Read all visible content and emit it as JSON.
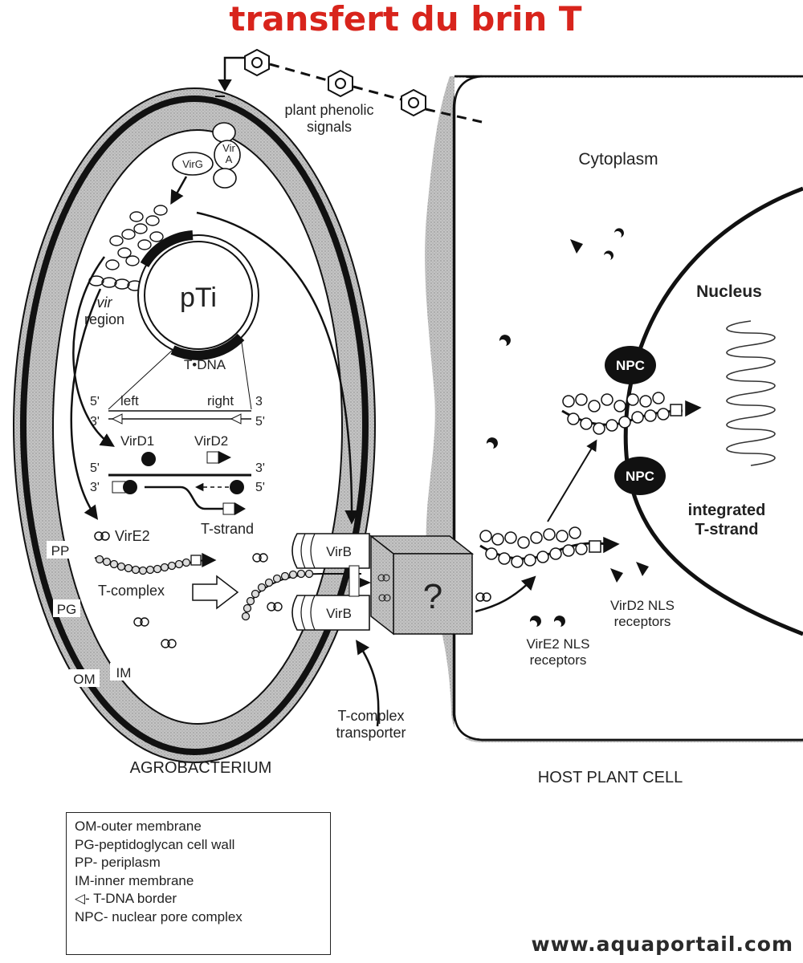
{
  "title": "transfert du brin T",
  "signals_label": "plant phenolic\nsignals",
  "bacterium": {
    "name": "AGROBACTERIUM",
    "plasmid": "pTi",
    "vir_region": [
      "vir",
      "region"
    ],
    "tdna": "T•DNA",
    "virG": "VirG",
    "virA": [
      "Vir",
      "A"
    ],
    "end_5a": "5'",
    "end_3a": "3'",
    "left": "left",
    "right": "right",
    "end_3b": "3",
    "end_5b": "5'",
    "virD1": "VirD1",
    "virD2": "VirD2",
    "end_5c": "5'",
    "end_3c": "3'",
    "end_3d": "3'",
    "end_5d": "5'",
    "tstrand": "T-strand",
    "virE2": "VirE2",
    "tcomplex": "T-complex",
    "virB_top": "VirB",
    "virB_bottom": "VirB",
    "question": "?",
    "transporter": "T-complex\ntransporter",
    "layers": {
      "pp": "PP",
      "pg": "PG",
      "om": "OM",
      "im": "IM"
    }
  },
  "host": {
    "name": "HOST PLANT CELL",
    "cytoplasm": "Cytoplasm",
    "nucleus": "Nucleus",
    "npc_top": "NPC",
    "npc_bottom": "NPC",
    "integrated": "integrated\nT-strand",
    "virD2_nls": "VirD2 NLS\nreceptors",
    "virE2_nls": "VirE2 NLS\nreceptors"
  },
  "legend": [
    "OM-outer membrane",
    "PG-peptidoglycan cell wall",
    "PP- periplasm",
    "IM-inner membrane",
    "◁- T-DNA border",
    "NPC- nuclear pore complex"
  ],
  "watermark": "www.aquaportail.com",
  "colors": {
    "title": "#d8241c",
    "wall": "#b8b8b8",
    "ink": "#111111"
  }
}
